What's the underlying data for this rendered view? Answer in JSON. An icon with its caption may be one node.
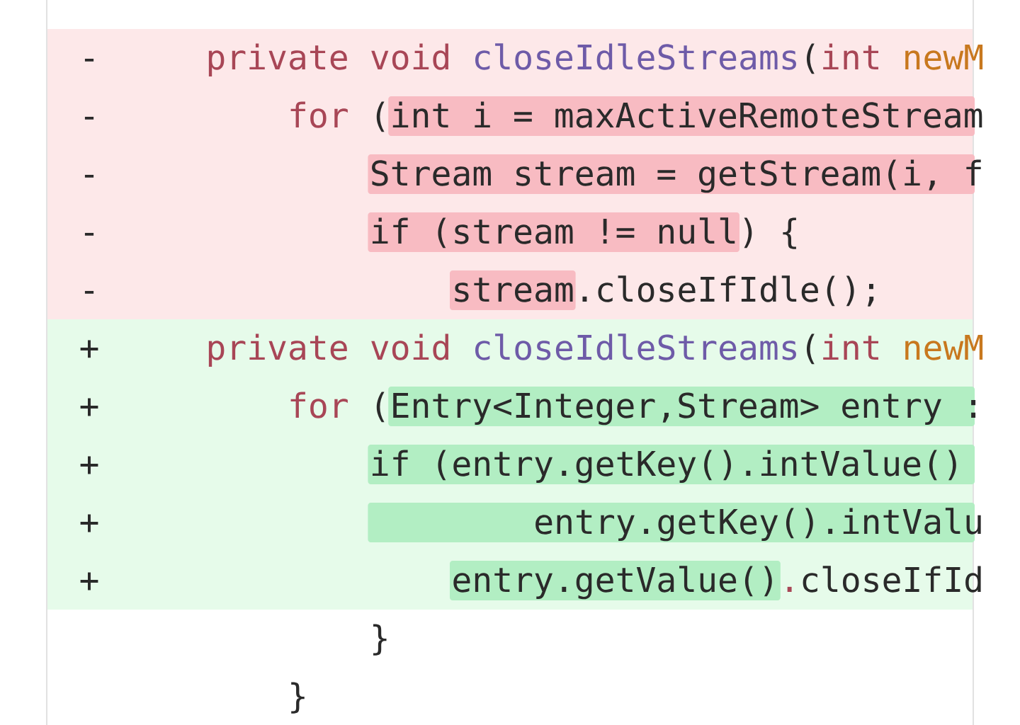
{
  "diagram": {
    "labels": [
      "-",
      "private",
      "void",
      "closeIdleStreams",
      "(",
      "int",
      "newM",
      "-",
      "for",
      "(",
      "int i = maxActiveRemoteStream",
      "-",
      "Stream stream = getStream(i, f",
      "-",
      "if (stream != null",
      ") {",
      "-",
      "stream",
      ".closeIfIdle();",
      "+",
      "private",
      "void",
      "closeIdleStreams",
      "(",
      "int",
      "newM",
      "+",
      "for",
      "(",
      "Entry<Integer,Stream> entry :",
      "+",
      "if (entry.getKey().intValue()",
      "+",
      "entry.getKey().intValu",
      "+",
      "entry.getValue()",
      ".",
      "closeIfId",
      "}",
      "}"
    ]
  }
}
